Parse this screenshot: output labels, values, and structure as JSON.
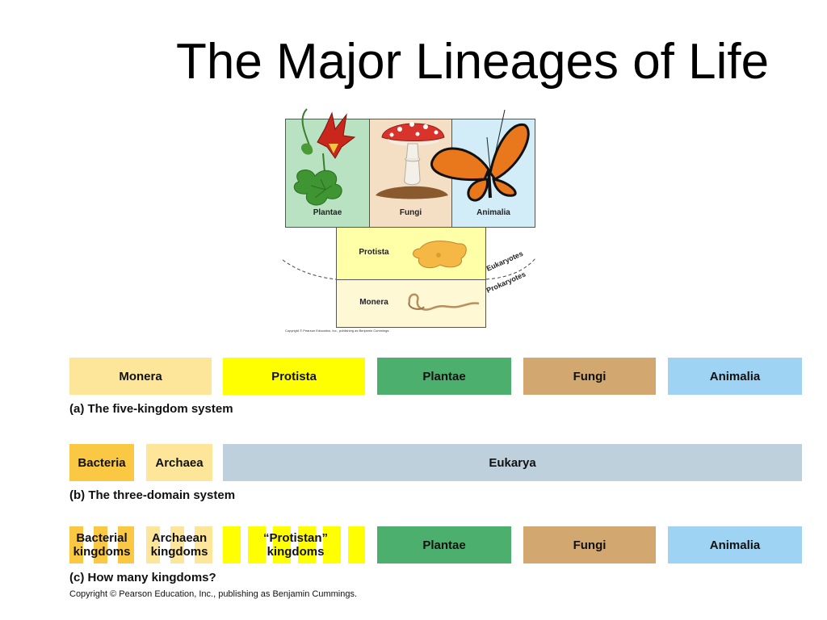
{
  "title": "The Major Lineages of Life",
  "figure": {
    "plantae": "Plantae",
    "fungi": "Fungi",
    "animalia": "Animalia",
    "protista": "Protista",
    "monera": "Monera",
    "eukaryotes": "Eukaryotes",
    "prokaryotes": "Prokaryotes",
    "copyright": "Copyright © Pearson Education, Inc., publishing as Benjamin Cummings.",
    "colors": {
      "plantae_bg": "#b9e2c2",
      "fungi_bg": "#f4dfc4",
      "animalia_bg": "#d2ecf8",
      "protista_bg": "#ffffa8",
      "monera_bg": "#fff8d4"
    }
  },
  "five_kingdom": {
    "caption": "(a) The five-kingdom system",
    "labels": [
      "Monera",
      "Protista",
      "Plantae",
      "Fungi",
      "Animalia"
    ],
    "colors": [
      "#fde59a",
      "#ffff00",
      "#4caf6e",
      "#d2a770",
      "#9fd3f3"
    ]
  },
  "three_domain": {
    "caption": "(b) The three-domain system",
    "labels": [
      "Bacteria",
      "Archaea",
      "Eukarya"
    ],
    "colors": [
      "#fbc843",
      "#fde59a",
      "#bdd0dc"
    ]
  },
  "many_kingdoms": {
    "caption": "(c) How many kingdoms?",
    "bacterial": "Bacterial kingdoms",
    "archaean": "Archaean kingdoms",
    "protistan": "“Protistan” kingdoms",
    "plantae": "Plantae",
    "fungi": "Fungi",
    "animalia": "Animalia",
    "colors": {
      "bacterial": "#fbc843",
      "archaean": "#fde59a",
      "protistan": "#ffff00",
      "plantae": "#4caf6e",
      "fungi": "#d2a770",
      "animalia": "#9fd3f3"
    }
  },
  "copyright": "Copyright © Pearson Education, Inc., publishing as Benjamin Cummings."
}
